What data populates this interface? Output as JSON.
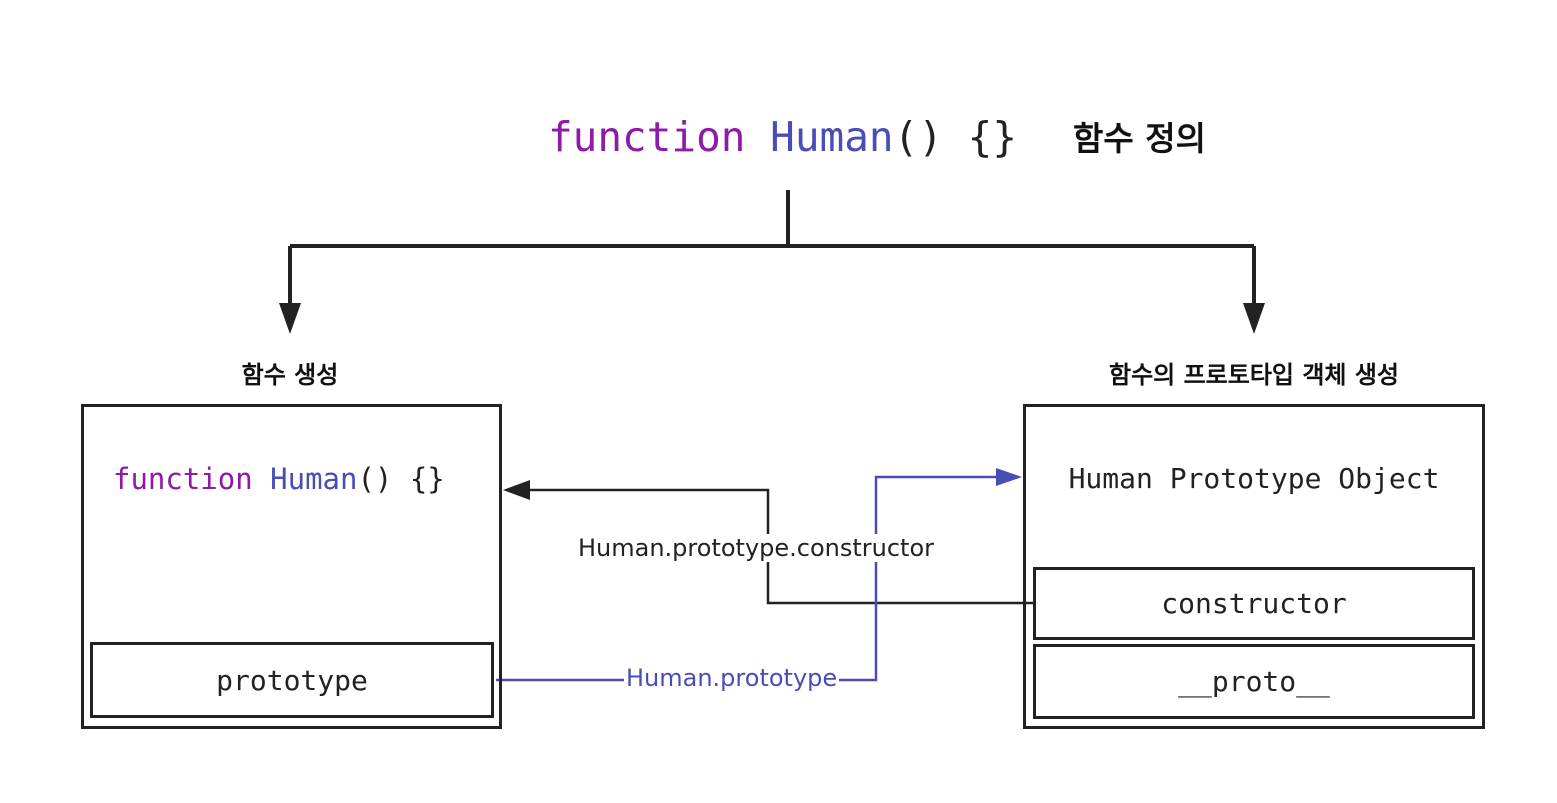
{
  "header": {
    "code_keyword": "function",
    "code_name": "Human",
    "code_rest": "() {}",
    "label": "함수 정의"
  },
  "left": {
    "heading": "함수 생성",
    "code_keyword": "function",
    "code_name": "Human",
    "code_rest": "() {}",
    "slot_label": "prototype"
  },
  "right": {
    "heading": "함수의 프로토타입 객체 생성",
    "title": "Human Prototype Object",
    "slot_constructor": "constructor",
    "slot_proto": "__proto__"
  },
  "links": {
    "constructor_label": "Human.prototype.constructor",
    "prototype_label": "Human.prototype"
  },
  "colors": {
    "keyword": "#8e1aa8",
    "function_name": "#4a4db5",
    "link_blue": "#4a4db5",
    "line_black": "#222222"
  }
}
